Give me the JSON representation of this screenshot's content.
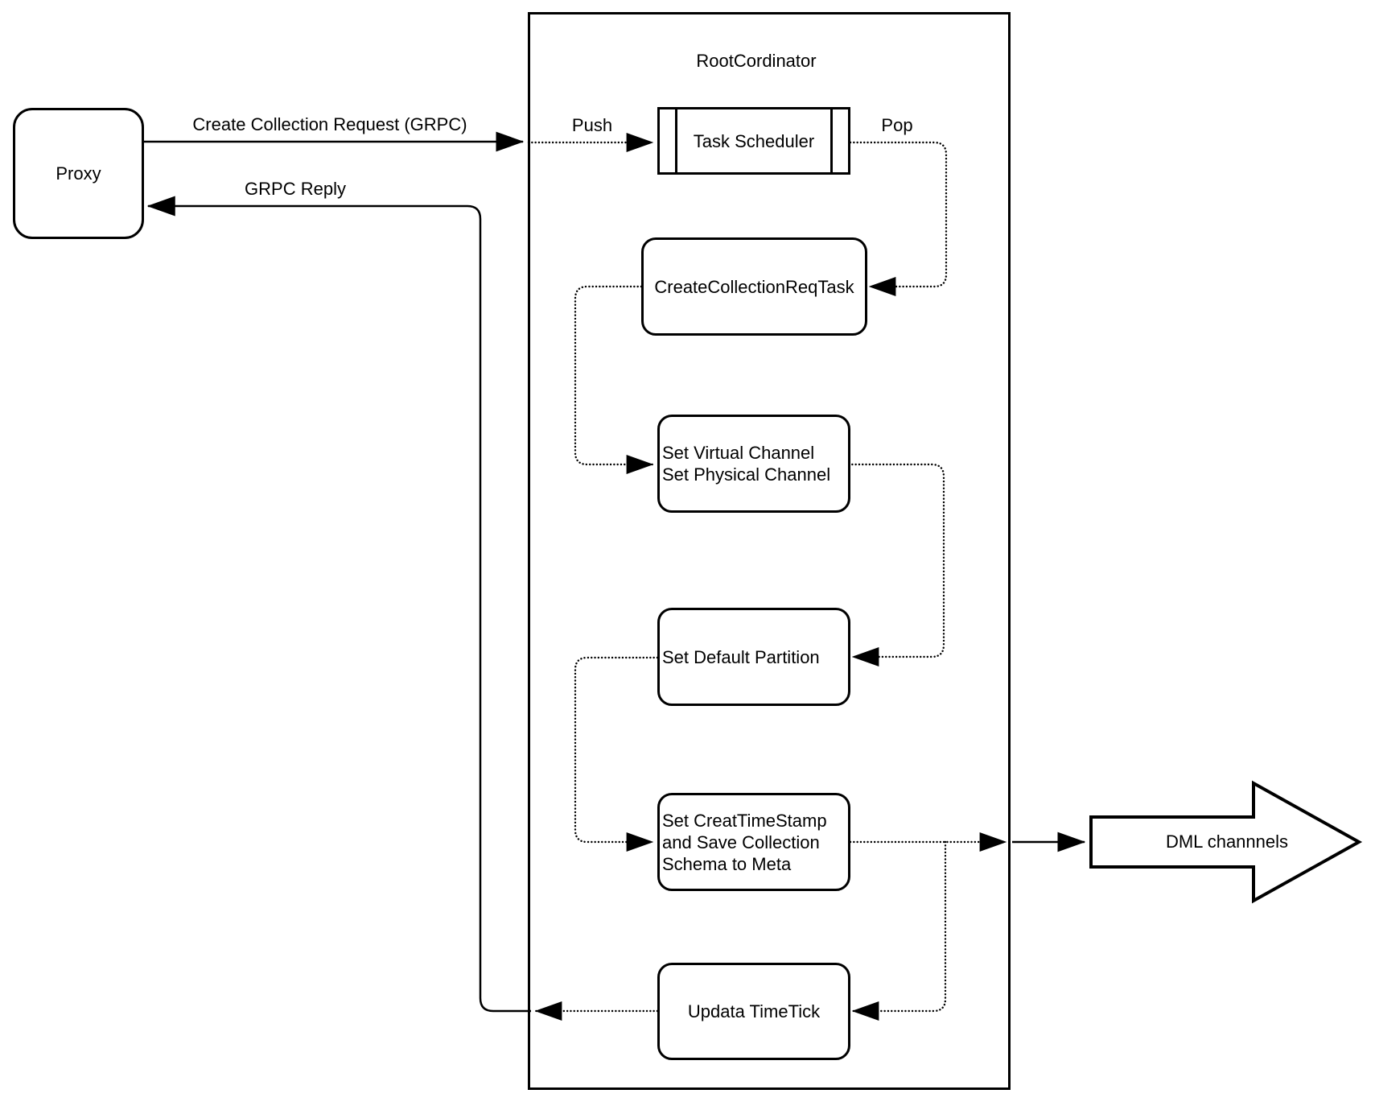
{
  "diagram": {
    "title": "RootCordinator",
    "proxy": {
      "label": "Proxy"
    },
    "nodes": {
      "task_scheduler": {
        "label": "Task Scheduler"
      },
      "create_collection_req_task": {
        "label": "CreateCollectionReqTask"
      },
      "set_channels": {
        "label": "Set Virtual Channel\nSet Physical Channel"
      },
      "set_default_partition": {
        "label": "Set Default Partition"
      },
      "set_creat_timestamp": {
        "label": "Set CreatTimeStamp\nand Save Collection\nSchema to Meta"
      },
      "updata_timetick": {
        "label": "Updata TimeTick"
      }
    },
    "edges": {
      "request": {
        "label": "Create Collection Request (GRPC)"
      },
      "reply": {
        "label": "GRPC Reply"
      },
      "push": {
        "label": "Push"
      },
      "pop": {
        "label": "Pop"
      }
    },
    "dml": {
      "label": "DML channnels"
    },
    "colors": {
      "stroke": "#000000",
      "background": "#ffffff",
      "node_fill": "#ffffff"
    }
  }
}
